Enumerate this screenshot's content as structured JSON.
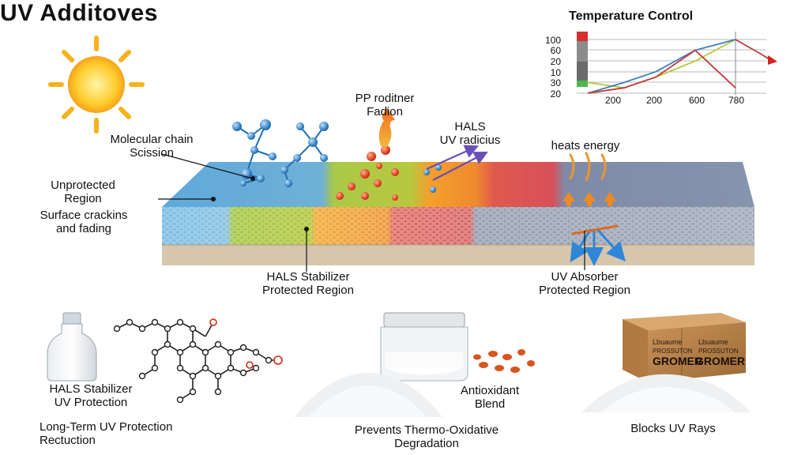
{
  "title": "UV Additoves",
  "labels": {
    "molecular_chain": [
      "Molecular chain",
      "Scission"
    ],
    "pp_radical": [
      "PP roditner",
      "Fadion"
    ],
    "hals_uv": [
      "HALS",
      "UV radicius"
    ],
    "heat_energy": "heats energy",
    "unprotected": [
      "Unprotected",
      "Region"
    ],
    "surface_cracking": [
      "Surface crackins",
      "and fading"
    ],
    "hals_region": [
      "HALS Stabilizer",
      "Protected Region"
    ],
    "uv_absorber_region": [
      "UV Absorber",
      "Protected Region"
    ]
  },
  "products": {
    "hals_bottle": [
      "HALS Stabilizer",
      "UV Protection"
    ],
    "long_term": [
      "Long-Term UV Protection",
      "Rectuction"
    ],
    "antioxidant": [
      "Antioxidant",
      "Blend"
    ],
    "thermo_oxidative": [
      "Prevents Thermo-Oxidative",
      "Degradation"
    ],
    "blocks_uv": "Blocks UV Rays",
    "box_label": [
      "Lbuaume",
      "PROSSUTON",
      "GROMER"
    ]
  },
  "chart_data": {
    "type": "line",
    "title": "Temperature Control",
    "y_ticks": [
      "100",
      "60",
      "20",
      "10",
      "30",
      "20"
    ],
    "x_ticks": [
      "200",
      "200",
      "600",
      "780"
    ],
    "series": [
      {
        "color": "#b5c93a",
        "values": [
          20,
          10,
          30,
          60,
          100
        ]
      },
      {
        "color": "#3d7fc2",
        "values": [
          0,
          20,
          40,
          80,
          100
        ]
      },
      {
        "color": "#c23a3a",
        "values": [
          0,
          10,
          30,
          80,
          10
        ]
      }
    ],
    "sidebar_colors": [
      "#d62f2f",
      "#8b8b8b",
      "#6b6b6b",
      "#4cb84c"
    ]
  },
  "colors": {
    "unprotected": "#5aa6d8",
    "hals": "#9ec040",
    "orange": "#f39a2b",
    "red": "#d84a4a",
    "absorber": "#7d8ba6"
  }
}
